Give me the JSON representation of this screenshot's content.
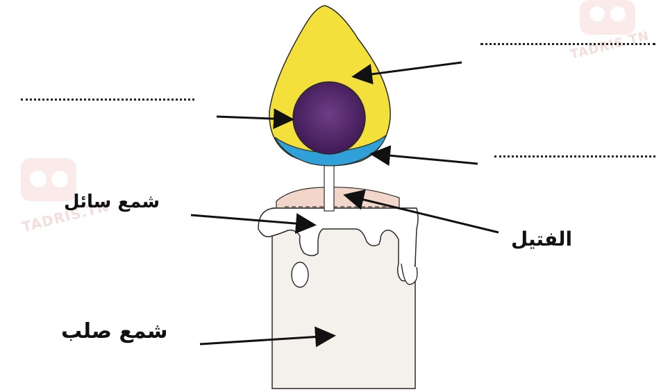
{
  "labels": {
    "liquid_wax": "شمع سائل",
    "wick": "الفتيل",
    "solid_wax": "شمع صلب"
  },
  "blanks": {
    "top_right": "...............................",
    "left": "...........................",
    "bottom_right": "..............................."
  },
  "watermark": {
    "text": "TADRIS.TN"
  },
  "colors": {
    "flame_outer": "#f3e03a",
    "flame_inner": "#5b2a73",
    "flame_base": "#2fa0d8",
    "candle_body": "#f4f1ec",
    "wax_pool": "#f1d6c9",
    "outline": "#2a2a2a",
    "watermark": "#f3dede"
  }
}
